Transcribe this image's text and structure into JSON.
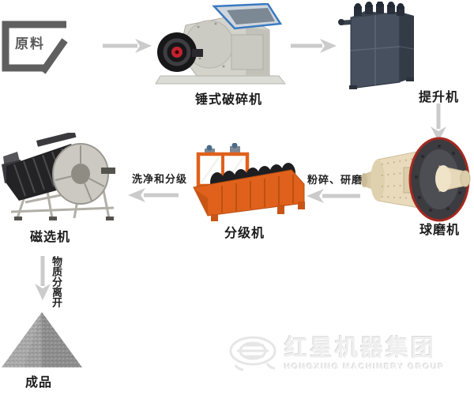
{
  "flow": {
    "raw_material": {
      "label": "原料"
    },
    "crusher": {
      "label": "锤式破碎机"
    },
    "elevator": {
      "label": "提升机"
    },
    "ball_mill": {
      "label": "球磨机"
    },
    "classifier": {
      "label": "分级机"
    },
    "magnetic_separator": {
      "label": "磁选机"
    },
    "product": {
      "label": "成品"
    },
    "edge_labels": {
      "mill_to_classifier": "粉碎、研磨",
      "classifier_to_separator": "洗净和分级",
      "separator_to_product": "物质分离开"
    }
  },
  "watermark": {
    "brand_cn": "红星机器集团",
    "brand_en": "HONGXING MACHINERY GROUP"
  },
  "colors": {
    "arrow_gray": "#cbcbcb",
    "label_text": "#1b1b1b",
    "raw_material_outline": "#5f5f5f",
    "crusher_body_gray": "#d3d3cc",
    "crusher_hopper_blue": "#3a79c0",
    "flywheel_hub_red": "#c1222e",
    "elevator_slate": "#414b59",
    "ball_mill_beige": "#e8dabb",
    "ball_mill_ring_red": "#a5281f",
    "classifier_orange": "#e0611b",
    "product_pile_gray": "#a0a0a0"
  }
}
